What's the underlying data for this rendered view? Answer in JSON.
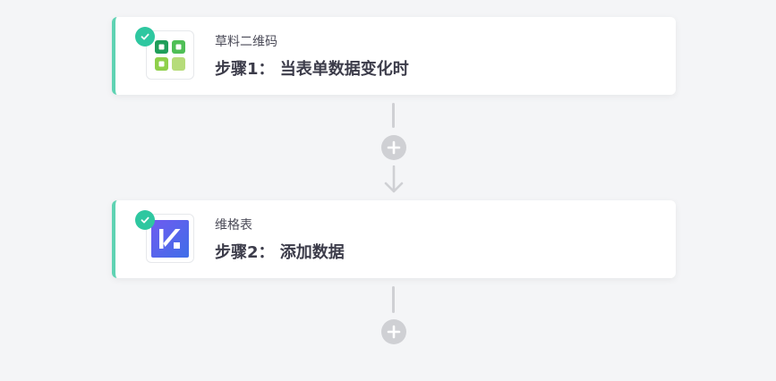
{
  "steps": [
    {
      "app_name": "草料二维码",
      "title": "步骤1： 当表单数据变化时",
      "icon": "qrcode-app-icon",
      "status": "completed"
    },
    {
      "app_name": "维格表",
      "title": "步骤2： 添加数据",
      "icon": "vika-app-icon",
      "status": "completed"
    }
  ],
  "colors": {
    "accent": "#5fd3b3",
    "check": "#2ec7a0",
    "connector": "#cfd0d4",
    "background": "#f4f5f7"
  }
}
